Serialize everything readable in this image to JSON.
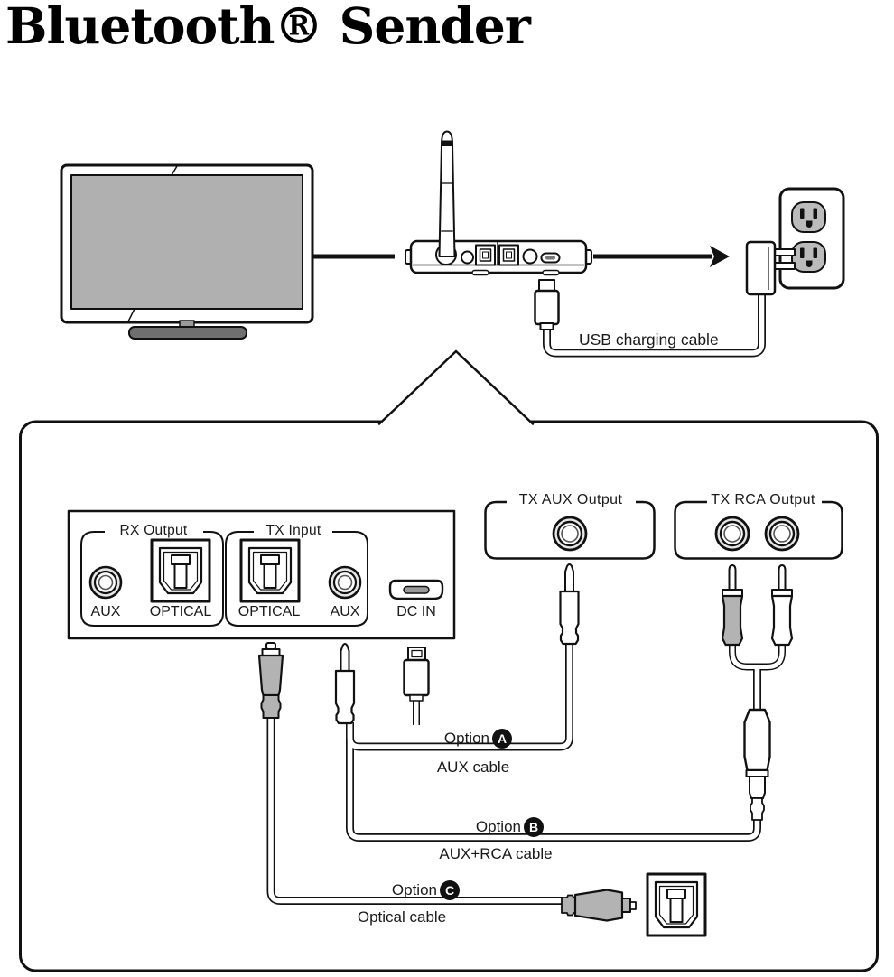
{
  "title": "Bluetooth® Sender",
  "top": {
    "usb_cable_label": "USB charging cable"
  },
  "panel": {
    "rx_group_label": "RX Output",
    "tx_group_label": "TX Input",
    "rx_aux_label": "AUX",
    "rx_optical_label": "OPTICAL",
    "tx_optical_label": "OPTICAL",
    "tx_aux_label": "AUX",
    "dc_in_label": "DC IN"
  },
  "outputs": {
    "tx_aux_label": "TX AUX Output",
    "tx_rca_label": "TX RCA Output"
  },
  "options": {
    "a": {
      "word": "Option",
      "letter": "A",
      "cable": "AUX cable"
    },
    "b": {
      "word": "Option",
      "letter": "B",
      "cable": "AUX+RCA cable"
    },
    "c": {
      "word": "Option",
      "letter": "C",
      "cable": "Optical cable"
    }
  },
  "colors": {
    "line": "#111111",
    "plug_gray": "#b3b3b3",
    "screen_gray": "#b0b0b0",
    "stand_gray": "#6f6f6f",
    "outlet_gray": "#bbbbbb"
  }
}
